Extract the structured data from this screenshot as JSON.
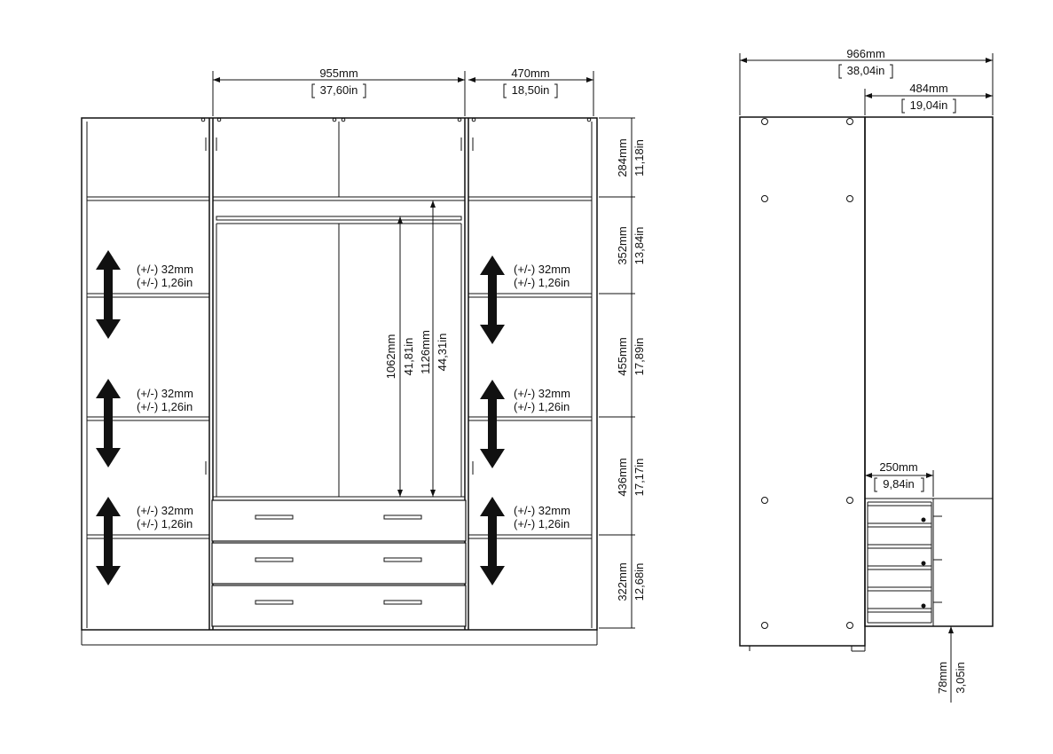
{
  "front": {
    "width_top": {
      "mm": "955mm",
      "inch": "37,60in"
    },
    "side_width_top": {
      "mm": "470mm",
      "inch": "18,50in"
    },
    "heights": [
      {
        "mm": "284mm",
        "inch": "11,18in"
      },
      {
        "mm": "352mm",
        "inch": "13,84in"
      },
      {
        "mm": "455mm",
        "inch": "17,89in"
      },
      {
        "mm": "436mm",
        "inch": "17,17in"
      },
      {
        "mm": "322mm",
        "inch": "12,68in"
      }
    ],
    "hanging_1": {
      "mm": "1062mm",
      "inch": "41,81in"
    },
    "hanging_2": {
      "mm": "1126mm",
      "inch": "44,31in"
    },
    "adjust": {
      "line1": "(+/-) 32mm",
      "line2": "(+/-) 1,26in"
    }
  },
  "side": {
    "total_width": {
      "mm": "966mm",
      "inch": "38,04in"
    },
    "depth": {
      "mm": "484mm",
      "inch": "19,04in"
    },
    "drawer_depth": {
      "mm": "250mm",
      "inch": "9,84in"
    },
    "foot_height": {
      "mm": "78mm",
      "inch": "3,05in"
    }
  }
}
